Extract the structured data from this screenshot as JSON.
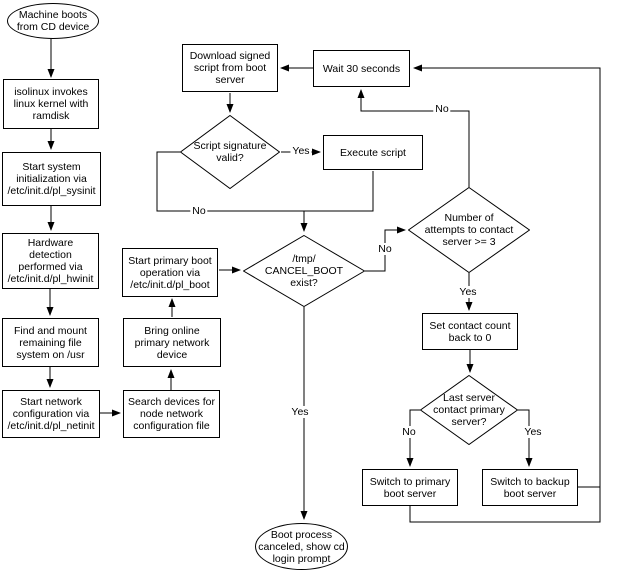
{
  "diagram": {
    "colors": {
      "stroke": "#000000",
      "fill": "#ffffff",
      "text": "#000000"
    },
    "nodes": {
      "machine_boots": {
        "type": "terminator",
        "text": "Machine boots\nfrom CD device"
      },
      "isolinux": {
        "type": "process",
        "text": "isolinux invokes\nlinux kernel with\nramdisk"
      },
      "sysinit": {
        "type": "process",
        "text": "Start system\ninitialization via\n/etc/init.d/pl_sysinit"
      },
      "hwinit": {
        "type": "process",
        "text": "Hardware\ndetection\nperformed via\n/etc/init.d/pl_hwinit"
      },
      "findmount": {
        "type": "process",
        "text": "Find and mount\nremaining file\nsystem on /usr"
      },
      "netinit": {
        "type": "process",
        "text": "Start network\nconfiguration via\n/etc/init.d/pl_netinit"
      },
      "search_devices": {
        "type": "process",
        "text": "Search devices for\nnode network\nconfiguration file"
      },
      "bring_online": {
        "type": "process",
        "text": "Bring online\nprimary network\ndevice"
      },
      "pl_boot": {
        "type": "process",
        "text": "Start primary boot\noperation via\n/etc/init.d/pl_boot"
      },
      "download": {
        "type": "process",
        "text": "Download signed\nscript from boot\nserver"
      },
      "wait30": {
        "type": "process",
        "text": "Wait 30 seconds"
      },
      "sig_valid": {
        "type": "decision",
        "text": "Script signature\nvalid?"
      },
      "execute": {
        "type": "process",
        "text": "Execute script"
      },
      "cancel_boot": {
        "type": "decision",
        "text": "/tmp/\nCANCEL_BOOT\nexist?"
      },
      "attempts": {
        "type": "decision",
        "text": "Number of\nattempts to contact\nserver >= 3"
      },
      "set_count": {
        "type": "process",
        "text": "Set contact count\nback to 0"
      },
      "last_server": {
        "type": "decision",
        "text": "Last server\ncontact primary\nserver?"
      },
      "switch_primary": {
        "type": "process",
        "text": "Switch to primary\nboot server"
      },
      "switch_backup": {
        "type": "process",
        "text": "Switch to backup\nboot server"
      },
      "boot_canceled": {
        "type": "terminator",
        "text": "Boot process\ncanceled, show cd\nlogin prompt"
      }
    },
    "edge_labels": {
      "sig_yes": "Yes",
      "sig_no": "No",
      "cancel_no": "No",
      "cancel_yes": "Yes",
      "attempts_no": "No",
      "attempts_yes": "Yes",
      "last_no": "No",
      "last_yes": "Yes"
    },
    "edges": [
      {
        "from": "machine_boots",
        "to": "isolinux",
        "label": ""
      },
      {
        "from": "isolinux",
        "to": "sysinit",
        "label": ""
      },
      {
        "from": "sysinit",
        "to": "hwinit",
        "label": ""
      },
      {
        "from": "hwinit",
        "to": "findmount",
        "label": ""
      },
      {
        "from": "findmount",
        "to": "netinit",
        "label": ""
      },
      {
        "from": "netinit",
        "to": "search_devices",
        "label": ""
      },
      {
        "from": "search_devices",
        "to": "bring_online",
        "label": ""
      },
      {
        "from": "bring_online",
        "to": "pl_boot",
        "label": ""
      },
      {
        "from": "pl_boot",
        "to": "cancel_boot",
        "label": ""
      },
      {
        "from": "wait30",
        "to": "download",
        "label": ""
      },
      {
        "from": "download",
        "to": "sig_valid",
        "label": ""
      },
      {
        "from": "sig_valid",
        "to": "execute",
        "label": "Yes"
      },
      {
        "from": "sig_valid",
        "to": "cancel_boot",
        "label": "No"
      },
      {
        "from": "execute",
        "to": "cancel_boot",
        "label": ""
      },
      {
        "from": "cancel_boot",
        "to": "attempts",
        "label": "No"
      },
      {
        "from": "cancel_boot",
        "to": "boot_canceled",
        "label": "Yes"
      },
      {
        "from": "attempts",
        "to": "wait30",
        "label": "No"
      },
      {
        "from": "attempts",
        "to": "set_count",
        "label": "Yes"
      },
      {
        "from": "set_count",
        "to": "last_server",
        "label": ""
      },
      {
        "from": "last_server",
        "to": "switch_primary",
        "label": "No"
      },
      {
        "from": "last_server",
        "to": "switch_backup",
        "label": "Yes"
      },
      {
        "from": "switch_primary",
        "to": "wait30",
        "label": ""
      },
      {
        "from": "switch_backup",
        "to": "wait30",
        "label": ""
      }
    ]
  }
}
